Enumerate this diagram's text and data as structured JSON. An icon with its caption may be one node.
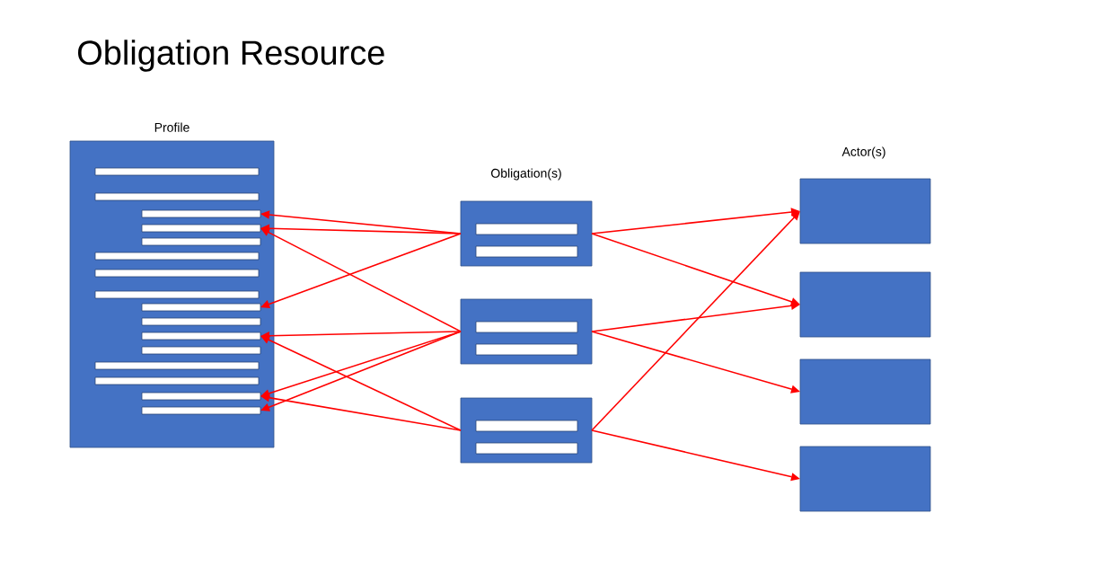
{
  "diagram": {
    "title": "Obligation Resource",
    "nodes": [
      {
        "text": [
          "Profile"
        ]
      },
      {
        "text": [],
        "shape": "bar",
        "in": 0
      },
      {
        "text": [],
        "shape": "bar",
        "in": 0
      },
      {
        "text": [],
        "shape": "bar",
        "in": 0
      },
      {
        "text": [],
        "shape": "bar",
        "in": 0
      },
      {
        "text": [],
        "shape": "bar",
        "in": 0
      },
      {
        "text": [],
        "shape": "bar",
        "in": 0
      },
      {
        "text": [],
        "shape": "bar",
        "in": 0
      },
      {
        "text": [],
        "shape": "bar",
        "in": 0
      },
      {
        "text": [],
        "shape": "bar",
        "in": 0
      },
      {
        "text": [],
        "shape": "bar",
        "in": 0
      },
      {
        "text": [],
        "shape": "bar",
        "in": 0
      },
      {
        "text": [],
        "shape": "bar",
        "in": 0
      },
      {
        "text": [],
        "shape": "bar",
        "in": 0
      },
      {
        "text": [],
        "shape": "bar",
        "in": 0
      },
      {
        "text": [],
        "shape": "bar",
        "in": 0
      },
      {
        "text": [],
        "shape": "bar",
        "in": 0
      },
      {
        "text": [],
        "shape": "box"
      },
      {
        "text": [],
        "shape": "bar",
        "in": 17
      },
      {
        "text": [],
        "shape": "bar",
        "in": 17
      },
      {
        "text": [],
        "shape": "box"
      },
      {
        "text": [],
        "shape": "bar",
        "in": 20
      },
      {
        "text": [],
        "shape": "bar",
        "in": 20
      },
      {
        "text": [],
        "shape": "box"
      },
      {
        "text": [],
        "shape": "bar",
        "in": 23
      },
      {
        "text": [],
        "shape": "bar",
        "in": 23
      },
      {
        "text": [],
        "shape": "box"
      },
      {
        "text": [],
        "shape": "box"
      },
      {
        "text": [],
        "shape": "box"
      },
      {
        "text": [],
        "shape": "box"
      }
    ],
    "edges": [
      {
        "from": 17,
        "to": 3,
        "arrow": "to"
      },
      {
        "from": 17,
        "to": 4,
        "arrow": "to"
      },
      {
        "from": 17,
        "to": 9,
        "arrow": "to"
      },
      {
        "from": 17,
        "to": 26,
        "arrow": "to"
      },
      {
        "from": 17,
        "to": 27,
        "arrow": "to"
      },
      {
        "from": 20,
        "to": 4,
        "arrow": "to"
      },
      {
        "from": 20,
        "to": 11,
        "arrow": "to"
      },
      {
        "from": 20,
        "to": 15,
        "arrow": "to"
      },
      {
        "from": 20,
        "to": 16,
        "arrow": "to"
      },
      {
        "from": 20,
        "to": 27,
        "arrow": "to"
      },
      {
        "from": 20,
        "to": 28,
        "arrow": "to"
      },
      {
        "from": 23,
        "to": 11,
        "arrow": "to"
      },
      {
        "from": 23,
        "to": 15,
        "arrow": "to"
      },
      {
        "from": 23,
        "to": 26,
        "arrow": "to"
      },
      {
        "from": 23,
        "to": 29,
        "arrow": "to"
      }
    ],
    "labels": [
      "Obligation(s)",
      "Actor(s)"
    ]
  }
}
